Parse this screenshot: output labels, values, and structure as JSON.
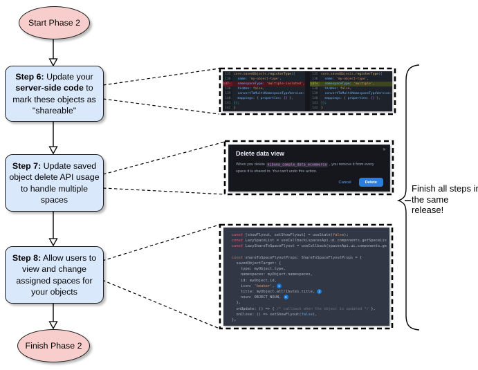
{
  "colors": {
    "terminator-fill": "#f8cecc",
    "terminator-border": "#1a1a1a",
    "process-fill": "#dae8fc",
    "process-border": "#1a1a1a",
    "connector": "#000000",
    "badge-blue": "#1779da",
    "modal-bg": "#16171d",
    "primary-button": "#2b7de0",
    "link-blue": "#59a6ff",
    "code-chip-pink": "#d98ee4"
  },
  "flowchart": {
    "start": "Start Phase 2",
    "finish": "Finish Phase 2",
    "note": "Finish all steps in the same release!",
    "steps": [
      {
        "segments": [
          {
            "t": "Step 6:",
            "b": true
          },
          {
            "t": " Update your ",
            "b": false
          },
          {
            "t": "server-side code",
            "b": true
          },
          {
            "t": " to mark these objects as \"shareable\"",
            "b": false
          }
        ]
      },
      {
        "segments": [
          {
            "t": "Step 7:",
            "b": true
          },
          {
            "t": " Update saved object delete API usage to handle multiple spaces",
            "b": false
          }
        ]
      },
      {
        "segments": [
          {
            "t": "Step 8:",
            "b": true
          },
          {
            "t": " Allow users to view and change assigned spaces for your objects",
            "b": false
          }
        ]
      }
    ]
  },
  "diff": {
    "left": {
      "gutter": true,
      "lines": [
        {
          "n": "135",
          "t": [
            [
              "o",
              "core.savedObjects."
            ],
            [
              "f",
              "registerType"
            ],
            [
              "b",
              "({"
            ]
          ]
        },
        {
          "n": "136",
          "t": [
            [
              "k",
              "  name"
            ],
            [
              "p",
              ": "
            ],
            [
              "s",
              "'my-object-type'"
            ],
            [
              "p",
              ","
            ]
          ]
        },
        {
          "n": "137-",
          "m": "del",
          "t": [
            [
              "k",
              "  namespaceType"
            ],
            [
              "p",
              ": "
            ],
            [
              "s",
              "'multiple-isolated'"
            ],
            [
              "p",
              ","
            ]
          ]
        },
        {
          "n": "138",
          "t": [
            [
              "k",
              "  hidden"
            ],
            [
              "p",
              ": "
            ],
            [
              "o",
              "false"
            ],
            [
              "p",
              ","
            ]
          ]
        },
        {
          "n": "139",
          "t": [
            [
              "k",
              "  convertToMultiNamespaceTypeVersion"
            ],
            [
              "p",
              ": "
            ],
            [
              "s",
              "'"
            ]
          ]
        },
        {
          "n": "140",
          "t": [
            [
              "k",
              "  mappings"
            ],
            [
              "p",
              ": { "
            ],
            [
              "k",
              "properties"
            ],
            [
              "p",
              ": "
            ],
            [
              "m2",
              "{}"
            ],
            [
              "p",
              " },"
            ]
          ]
        },
        {
          "n": "141",
          "t": [
            [
              "b",
              "});"
            ]
          ]
        },
        {
          "n": "142",
          "t": [
            [
              "f",
              "}"
            ]
          ]
        }
      ]
    },
    "right": {
      "gutter": true,
      "lines": [
        {
          "n": "135",
          "t": [
            [
              "o",
              "core.savedObjects."
            ],
            [
              "f",
              "registerType"
            ],
            [
              "b",
              "({"
            ]
          ]
        },
        {
          "n": "136",
          "t": [
            [
              "k",
              "  name"
            ],
            [
              "p",
              ": "
            ],
            [
              "s",
              "'my-object-type'"
            ],
            [
              "p",
              ","
            ]
          ]
        },
        {
          "n": "137+",
          "m": "add",
          "t": [
            [
              "k",
              "  namespaceType"
            ],
            [
              "p",
              ": "
            ],
            [
              "s",
              "'multiple'"
            ],
            [
              "p",
              ","
            ]
          ]
        },
        {
          "n": "138",
          "t": [
            [
              "k",
              "  hidden"
            ],
            [
              "p",
              ": "
            ],
            [
              "o",
              "false"
            ],
            [
              "p",
              ","
            ]
          ]
        },
        {
          "n": "139",
          "t": [
            [
              "k",
              "  convertToMultiNamespaceTypeVersion"
            ],
            [
              "p",
              ": "
            ],
            [
              "s",
              "'"
            ]
          ]
        },
        {
          "n": "140",
          "t": [
            [
              "k",
              "  mappings"
            ],
            [
              "p",
              ": { "
            ],
            [
              "k",
              "properties"
            ],
            [
              "p",
              ": "
            ],
            [
              "m2",
              "{}"
            ],
            [
              "p",
              " },"
            ]
          ]
        },
        {
          "n": "141",
          "t": [
            [
              "b",
              "});"
            ]
          ]
        },
        {
          "n": "142",
          "t": [
            [
              "f",
              "}"
            ]
          ]
        }
      ]
    }
  },
  "modal": {
    "title": "Delete data view",
    "close": "✕",
    "body_pre": "When you delete ",
    "body_code": "kibana_sample_data_ecommerce",
    "body_post": " , you remove it from every space it is shared in. You can't undo this action.",
    "cancel": "Cancel",
    "delete": "Delete"
  },
  "code": {
    "gutter": false,
    "lines": [
      {
        "t": [
          [
            "kw",
            "const"
          ],
          [
            "p",
            " [showFlyout, setShowFlyout] = useState("
          ],
          [
            "s",
            "false"
          ],
          [
            "p",
            ");"
          ]
        ]
      },
      {
        "t": [
          [
            "kw",
            "const"
          ],
          [
            "p",
            " LazySpaceList = useCallback(spacesApi.ui.components.getSpaceLis"
          ]
        ]
      },
      {
        "t": [
          [
            "kw",
            "const"
          ],
          [
            "p",
            " LazyShareToSpaceFlyout = useCallback(spacesApi.ui.components.ge"
          ]
        ]
      },
      {
        "t": []
      },
      {
        "t": [
          [
            "kw",
            "const"
          ],
          [
            "p",
            " shareToSpaceFlyoutProps: ShareToSpaceFlyoutProps = {"
          ]
        ]
      },
      {
        "t": [
          [
            "p",
            "  savedObjectTarget: {"
          ]
        ]
      },
      {
        "t": [
          [
            "p",
            "    type: myObject.type,"
          ]
        ]
      },
      {
        "t": [
          [
            "p",
            "    namespaces: myObject.namespaces,"
          ]
        ]
      },
      {
        "t": [
          [
            "p",
            "    id: myObject.id,"
          ]
        ]
      },
      {
        "t": [
          [
            "p",
            "    icon: "
          ],
          [
            "s",
            "'beaker'"
          ],
          [
            "p",
            ", "
          ],
          [
            "bdg",
            "1"
          ]
        ]
      },
      {
        "t": [
          [
            "p",
            "    title: myObject.attributes.title, "
          ],
          [
            "bdg",
            "2"
          ]
        ]
      },
      {
        "t": [
          [
            "p",
            "    noun: OBJECT_NOUN, "
          ],
          [
            "bdg",
            "3"
          ]
        ]
      },
      {
        "t": [
          [
            "p",
            "  },"
          ]
        ]
      },
      {
        "t": [
          [
            "p",
            "  onUpdate: () => { "
          ],
          [
            "cm",
            "/* callback when the object is updated */"
          ],
          [
            "p",
            " },"
          ]
        ]
      },
      {
        "t": [
          [
            "p",
            "  onClose: () => setShowFlyout("
          ],
          [
            "b2",
            "false"
          ],
          [
            "p",
            "),"
          ]
        ]
      },
      {
        "t": [
          [
            "p",
            "};"
          ]
        ]
      }
    ]
  }
}
